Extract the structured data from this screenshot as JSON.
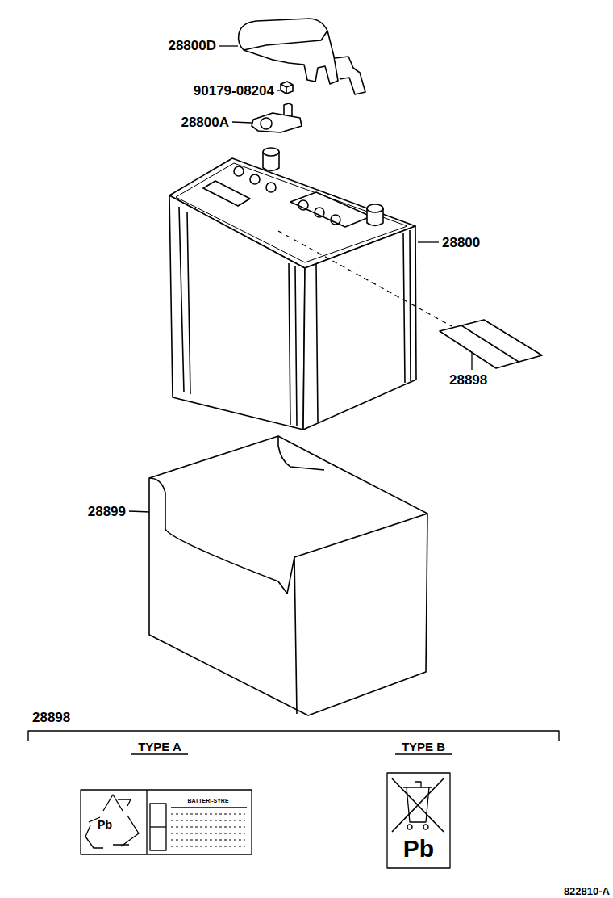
{
  "diagram": {
    "labels": [
      "28800D",
      "90179-08204",
      "28800A",
      "28800",
      "28898",
      "28899",
      "28898",
      "TYPE A",
      "TYPE B",
      "Pb",
      "BATTERI-SYRE",
      "Pb",
      "822810-A"
    ]
  }
}
